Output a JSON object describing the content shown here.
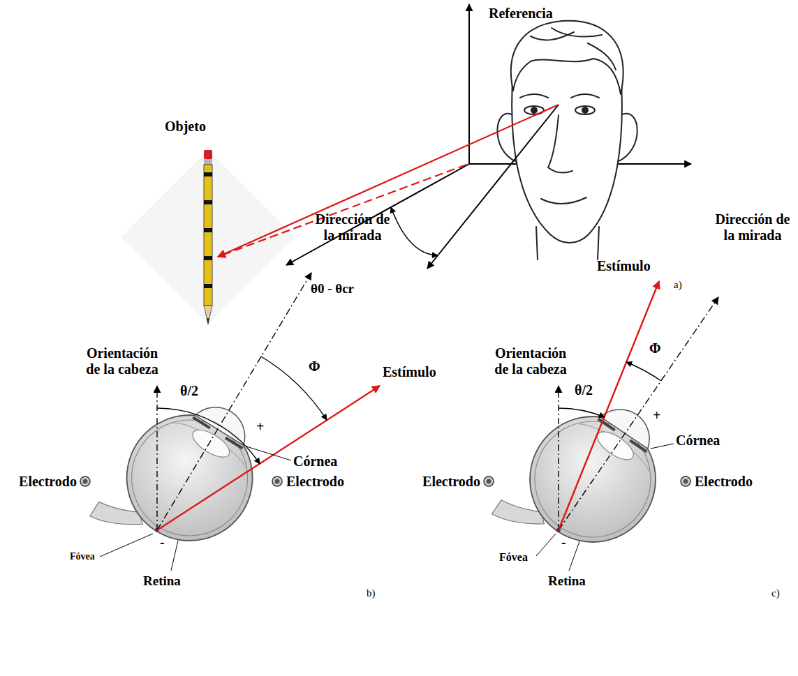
{
  "diagram": {
    "labels": [
      "Referencia",
      "Objeto",
      "θ0 - θcr",
      "a)",
      "Dirección de la mirada",
      "Estímulo",
      "Orientación de la cabeza",
      "θ/2",
      "Φ",
      "+",
      "Córnea",
      "Electrodo",
      "Electrodo",
      "-",
      "Fóvea",
      "Retina",
      "b)",
      "Estímulo",
      "Dirección de la mirada",
      "Orientación de la cabeza",
      "θ/2",
      "Φ",
      "+",
      "Córnea",
      "Electrodo",
      "Electrodo",
      "-",
      "Fóvea",
      "Retina",
      "c)"
    ]
  }
}
